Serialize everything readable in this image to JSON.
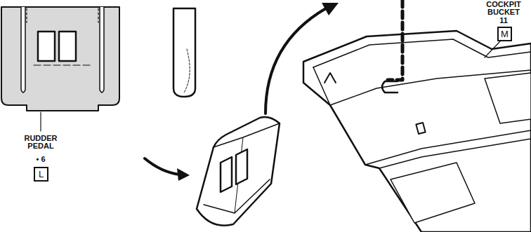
{
  "diagram": {
    "nodes": [
      {
        "text": [
          "L"
        ]
      },
      {
        "text": [
          "M"
        ]
      }
    ],
    "labels": [
      "RUDDER PEDAL",
      "• 6",
      "COCKPIT BUCKET",
      "11"
    ]
  }
}
